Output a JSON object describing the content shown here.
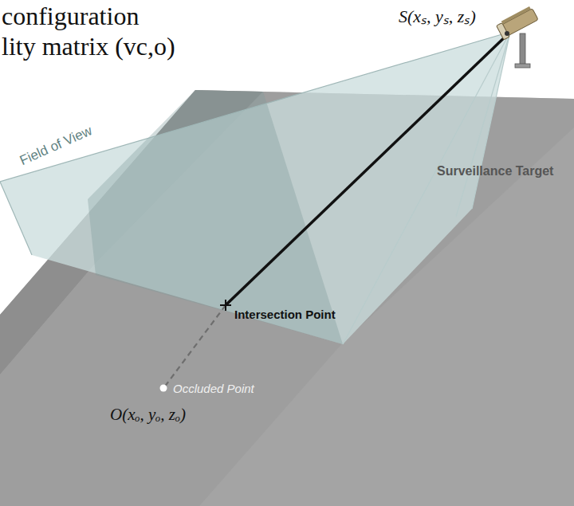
{
  "diagram": {
    "labels": [
      "configuration",
      "lity matrix (vc,o)",
      "S(xₛ, yₛ, zₛ)",
      "Field of View",
      "Surveillance Target",
      "Intersection Point",
      "Occluded Point",
      "O(xₒ, yₒ, zₒ)"
    ]
  }
}
